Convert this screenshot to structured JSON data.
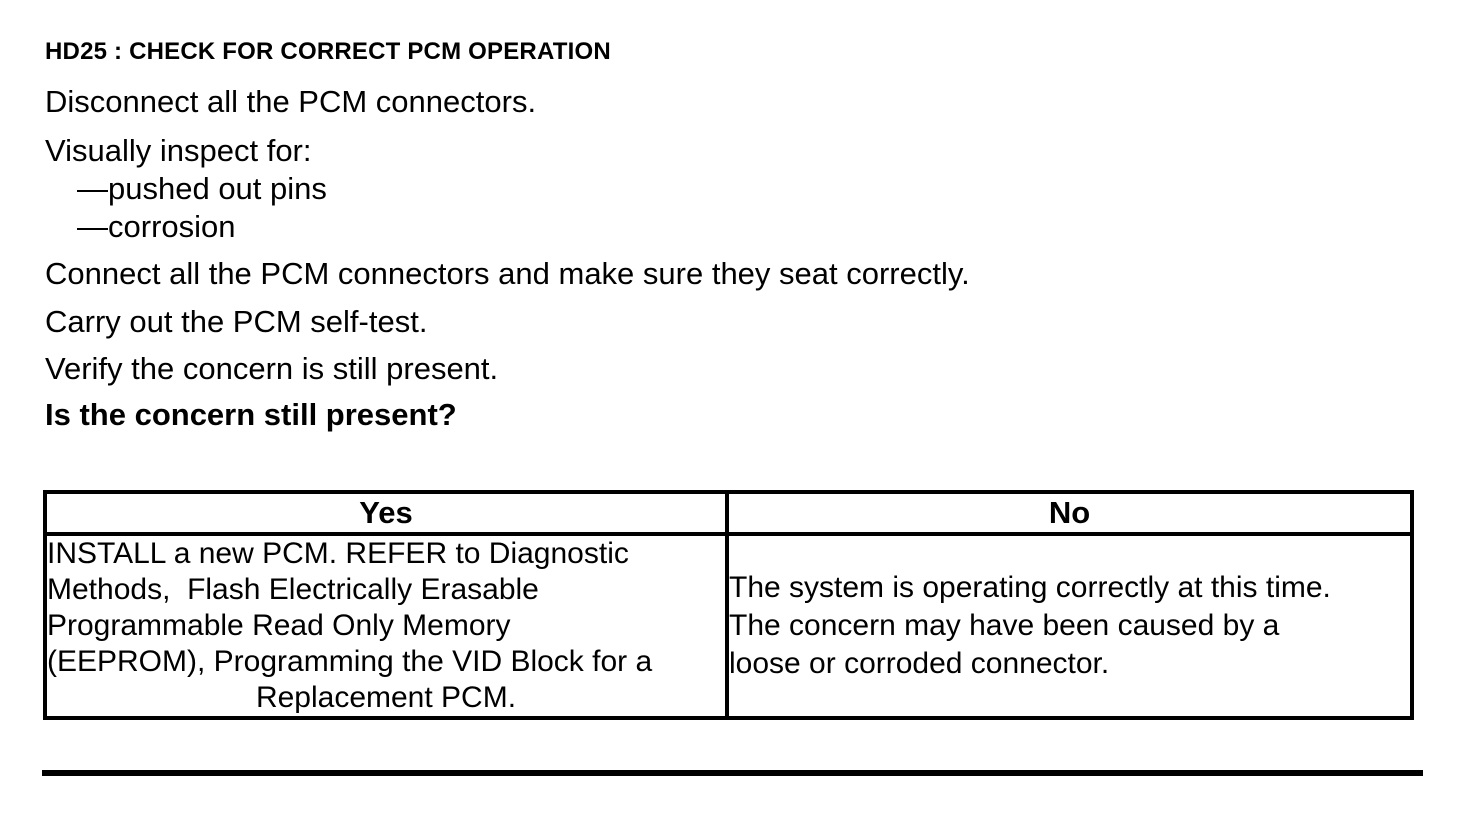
{
  "procedure": {
    "title": "HD25 : CHECK FOR CORRECT PCM OPERATION",
    "step1": "Disconnect all the PCM connectors.",
    "step2": "Visually inspect for:",
    "inspect_items": [
      "—pushed out pins",
      "—corrosion"
    ],
    "step3": "Connect all the PCM connectors and make sure they seat correctly.",
    "step4": "Carry out the PCM self-test.",
    "step5": "Verify the concern is still present.",
    "question": "Is the concern still present?"
  },
  "results_table": {
    "headers": {
      "yes": "Yes",
      "no": "No"
    },
    "yes_lines": [
      "INSTALL a new PCM. REFER to Diagnostic",
      "Methods,  Flash Electrically Erasable",
      "Programmable Read Only Memory",
      "(EEPROM), Programming the VID Block for a",
      "Replacement PCM."
    ],
    "no_lines": [
      "The system is operating correctly at this time.",
      "The concern may have been caused by a",
      "loose or corroded connector."
    ]
  },
  "colors": {
    "text": "#000000",
    "background": "#ffffff",
    "border": "#000000"
  }
}
